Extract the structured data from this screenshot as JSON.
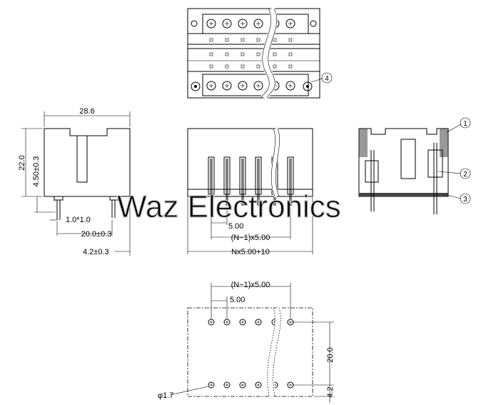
{
  "watermark": "Waz Electronics",
  "callouts": [
    "1",
    "2",
    "3",
    "4"
  ],
  "side_view": {
    "width": "28.6",
    "height": "22.0",
    "pin_height": "4.50±0.3",
    "pin_section": "1.0*1.0",
    "base": "20.0±0.3",
    "pin_offset": "4.2±0.3"
  },
  "front_view": {
    "pitch": "5.00",
    "span": "(N−1)x5.00",
    "overall": "Nx5.00+10"
  },
  "footprint": {
    "span": "(N−1)x5.00",
    "pitch": "5.00",
    "row_spacing": "20.0",
    "edge_offset": "4.2",
    "hole_diameter": "φ1.7"
  },
  "colors": {
    "line": "#000000",
    "watermark": "#c8c8c8"
  }
}
